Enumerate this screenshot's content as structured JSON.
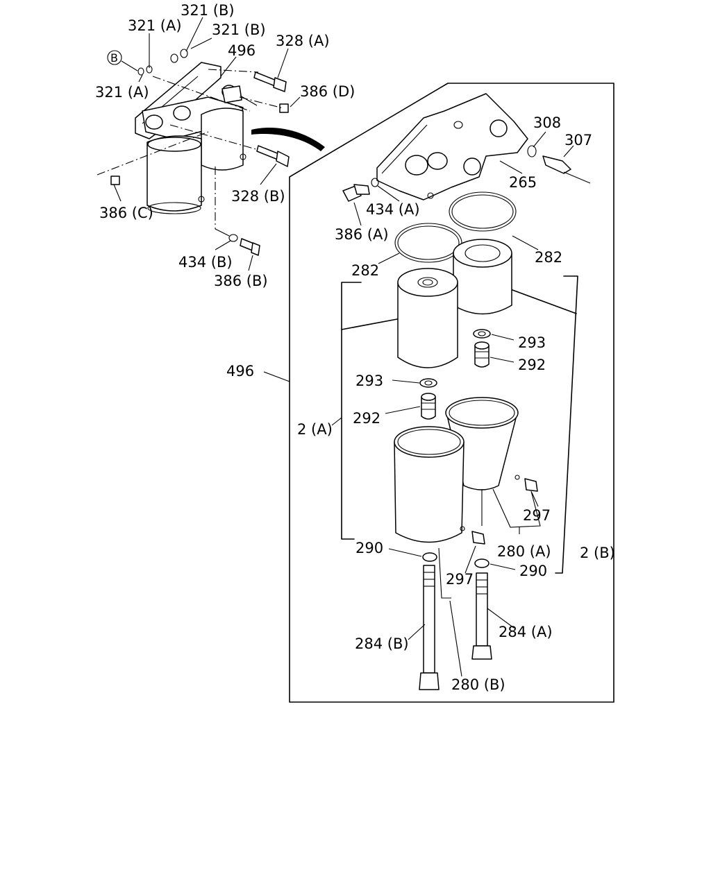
{
  "labels": {
    "l321a_top": "321 (A)",
    "l321b_top": "321 (B)",
    "l321b_mid": "321 (B)",
    "l496_top": "496",
    "l328a": "328 (A)",
    "l321a_left": "321 (A)",
    "l386d": "386 (D)",
    "l328b": "328 (B)",
    "l386c": "386 (C)",
    "l434b": "434 (B)",
    "l386b": "386 (B)",
    "l308": "308",
    "l307": "307",
    "l265": "265",
    "l434a": "434 (A)",
    "l386a": "386 (A)",
    "l282_left": "282",
    "l282_right": "282",
    "l496_mid": "496",
    "l293_right": "293",
    "l292_right": "292",
    "l293_left": "293",
    "l292_left": "292",
    "l2a": "2 (A)",
    "l297_right": "297",
    "l280a": "280 (A)",
    "l2b": "2 (B)",
    "l290_left": "290",
    "l290_right": "290",
    "l297_mid": "297",
    "l284b": "284 (B)",
    "l284a": "284 (A)",
    "l280b": "280 (B)"
  },
  "callout_b": "B"
}
